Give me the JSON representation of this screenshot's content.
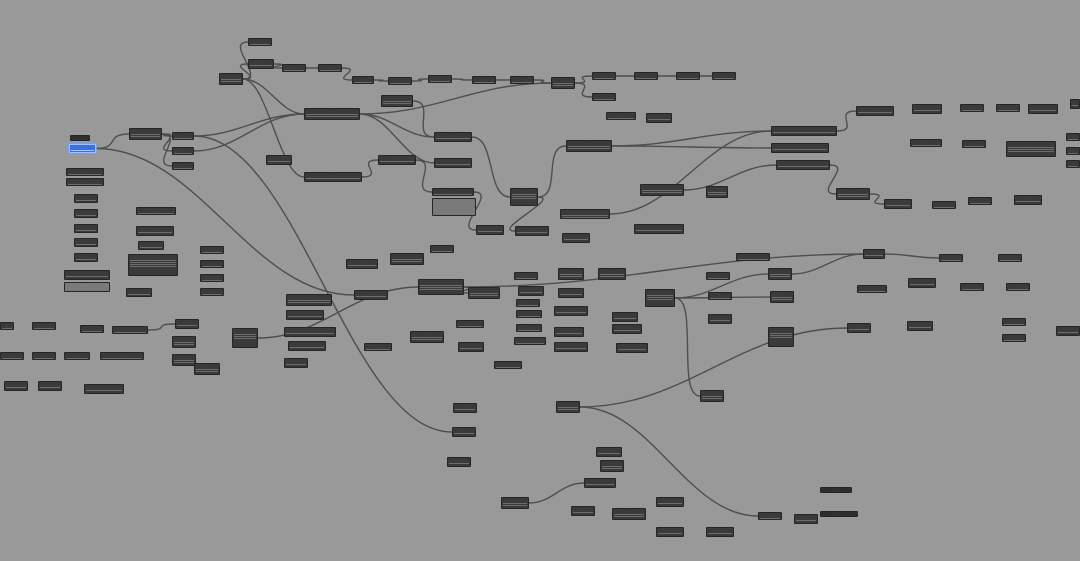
{
  "graph": {
    "node_text": "·",
    "selected_node": "selected-node",
    "nodes": [
      {
        "id": "n1"
      },
      {
        "id": "n2"
      },
      {
        "id": "n3"
      },
      {
        "id": "n4"
      },
      {
        "id": "n5"
      },
      {
        "id": "n6"
      },
      {
        "id": "n7"
      },
      {
        "id": "n8"
      },
      {
        "id": "n9"
      },
      {
        "id": "n10"
      }
    ],
    "wire_count": 54
  }
}
